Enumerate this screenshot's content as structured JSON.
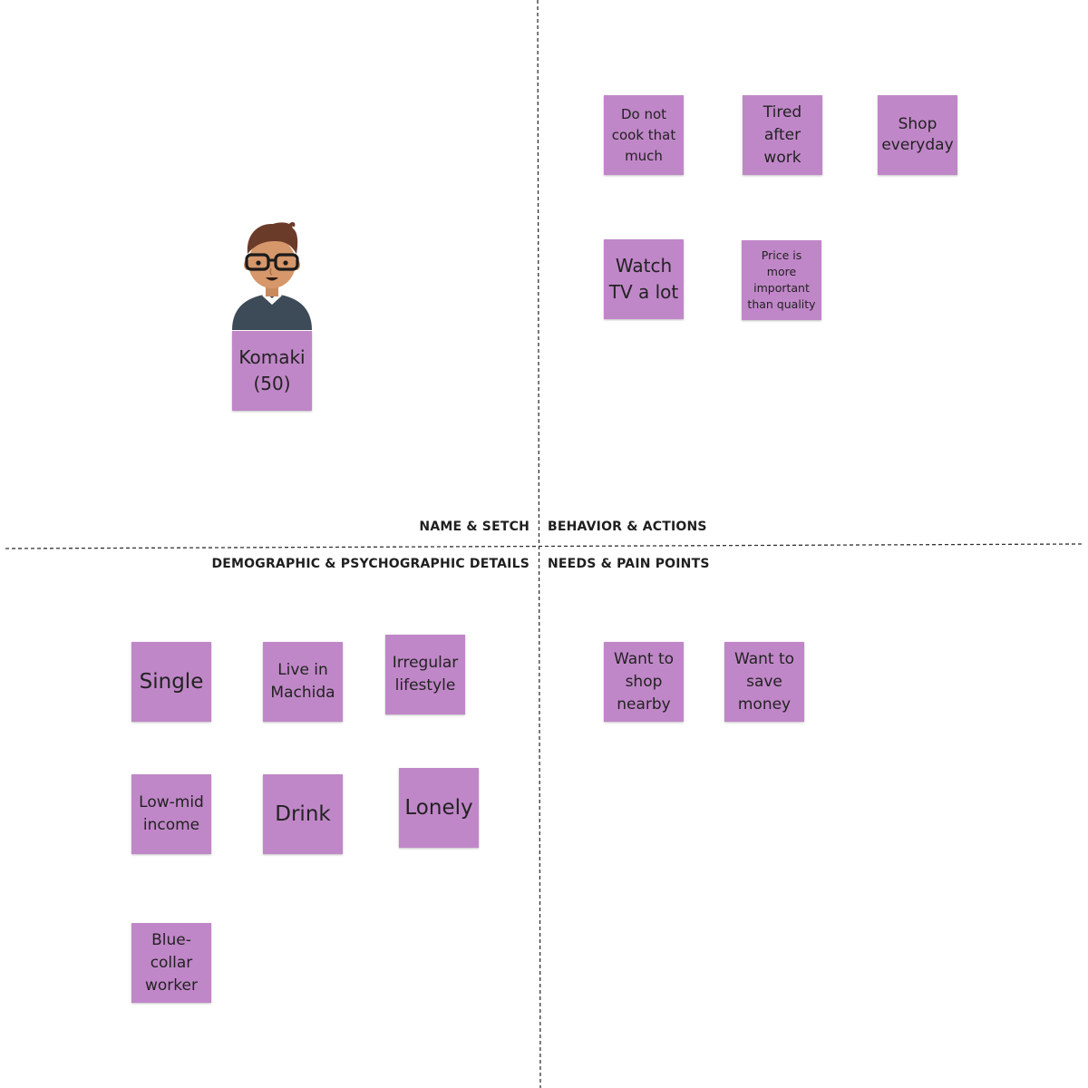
{
  "colors": {
    "sticky_fill": "#c087c8",
    "divider": "#333333",
    "label_text": "#1f1f1f"
  },
  "quadrants": {
    "top_left": "NAME & SETCH",
    "top_right": "BEHAVIOR & ACTIONS",
    "bottom_left": "DEMOGRAPHIC & PSYCHOGRAPHIC DETAILS",
    "bottom_right": "NEEDS & PAIN POINTS"
  },
  "persona": {
    "avatar_icon": "person-with-glasses-icon",
    "name_note": "Komaki (50)"
  },
  "behavior_notes": [
    "Do not cook that much",
    "Tired after work",
    "Shop everyday",
    "Watch TV a lot",
    "Price is more important than quality"
  ],
  "demographic_notes": [
    "Single",
    "Live in Machida",
    "Irregular lifestyle",
    "Low-mid income",
    "Drink",
    "Lonely",
    "Blue-collar worker"
  ],
  "needs_notes": [
    "Want to shop nearby",
    "Want to save money"
  ]
}
